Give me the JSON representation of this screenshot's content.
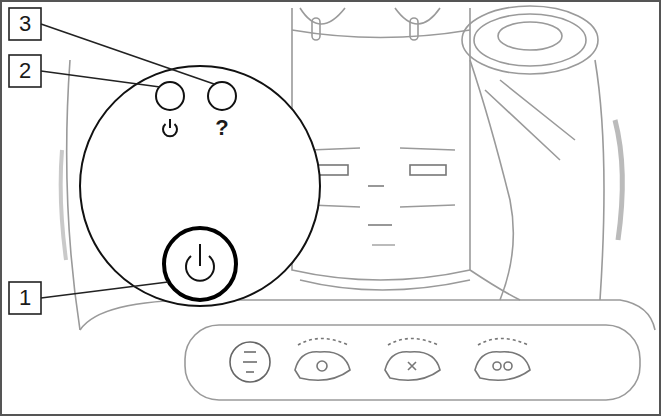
{
  "diagram": {
    "labels": [
      "3",
      "2",
      "?",
      "1"
    ]
  }
}
